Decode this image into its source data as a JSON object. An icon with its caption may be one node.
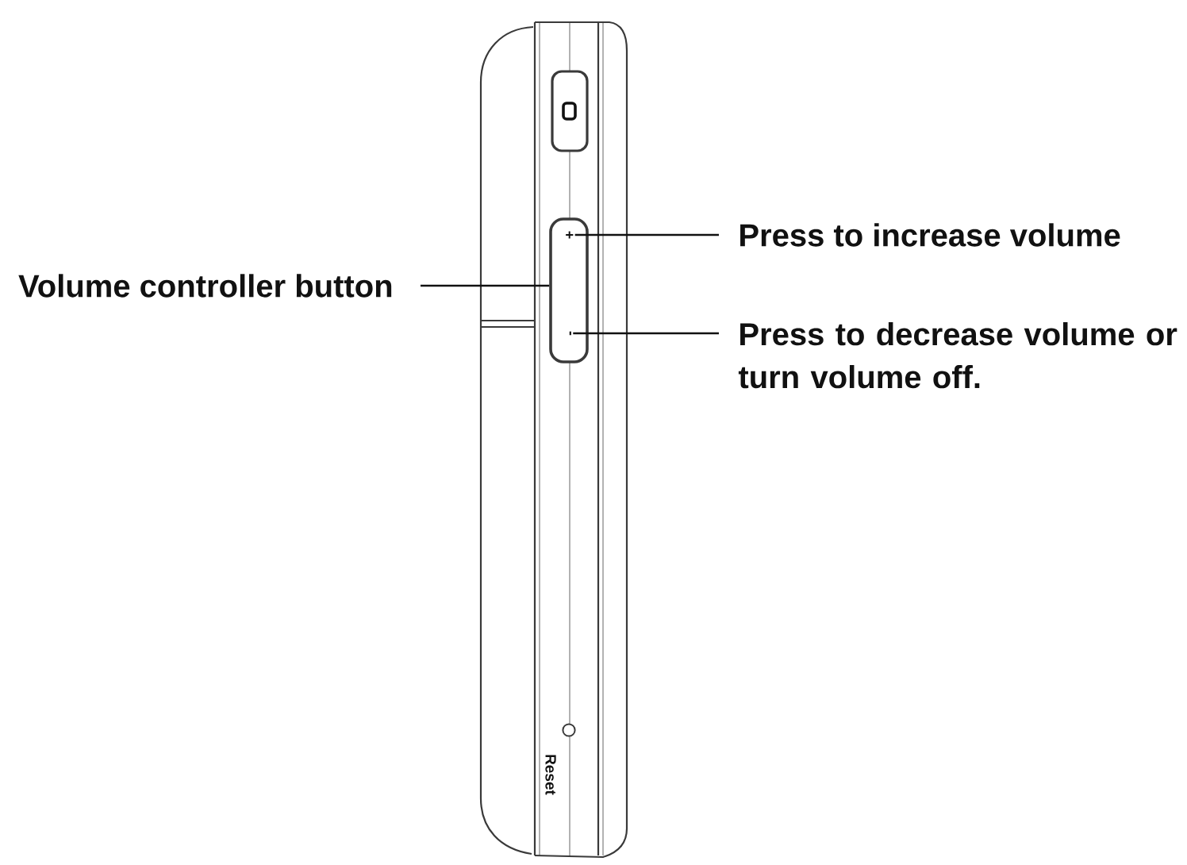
{
  "diagram": {
    "nodes": [
      {
        "text": [
          "Volume controller button"
        ]
      },
      {
        "text": [
          "Press to increase volume"
        ]
      },
      {
        "text": [
          "Press to decrease volume or turn volume off."
        ]
      },
      {
        "text": [],
        "shape": "box"
      },
      {
        "text": [
          "+"
        ],
        "in": 3
      },
      {
        "text": [
          "-"
        ],
        "in": 3
      }
    ],
    "edges": [
      {
        "from": 0,
        "to": 3,
        "arrow": "none"
      },
      {
        "from": 1,
        "to": 4,
        "arrow": "none"
      },
      {
        "from": 2,
        "to": 5,
        "arrow": "none"
      }
    ],
    "labels": [
      "Reset"
    ]
  }
}
